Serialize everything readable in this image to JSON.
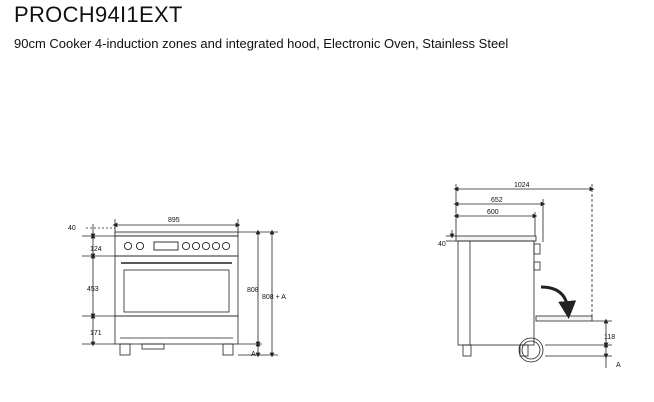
{
  "header": {
    "model": "PROCH94I1EXT",
    "description": "90cm Cooker 4-induction zones and integrated hood, Electronic Oven, Stainless Steel"
  },
  "front_view": {
    "width_label": "895",
    "top_offset_label": "40",
    "control_panel_label": "124",
    "oven_door_label": "453",
    "drawer_label": "171",
    "height_label": "808",
    "height_adjust_label": "808 + A",
    "adjust_label": "A"
  },
  "side_view": {
    "total_depth_label": "1024",
    "body_depth_label": "652",
    "cabinet_depth_label": "600",
    "top_offset_label": "40",
    "foot_height_label": "118",
    "adjust_label": "A"
  },
  "colors": {
    "line": "#222222",
    "dim": "#444444"
  }
}
